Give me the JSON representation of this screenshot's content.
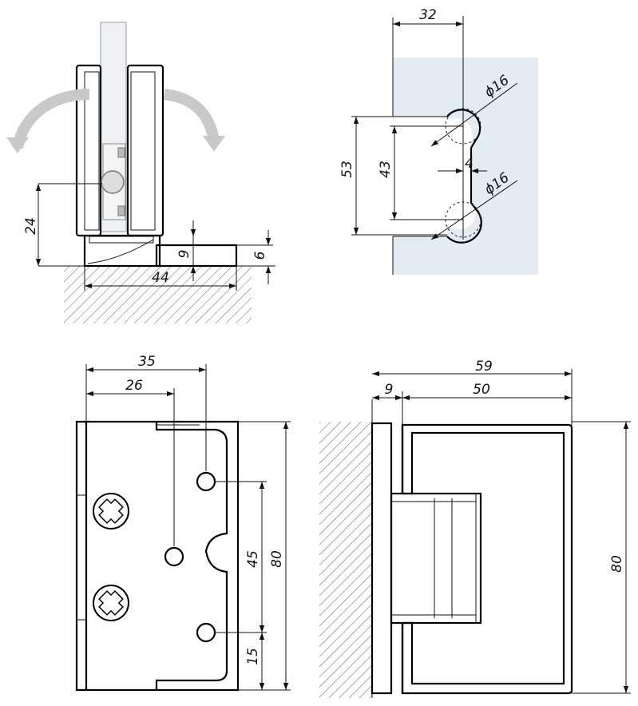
{
  "views": {
    "side_view": {
      "dims": {
        "height": "24",
        "plate_offset": "9",
        "plate_thickness": "6",
        "width": "44"
      }
    },
    "glass_cutout": {
      "dims": {
        "width": "32",
        "hole_outer": "53",
        "hole_inner": "43",
        "gap": "4",
        "dia_top": "ϕ16",
        "dia_bottom": "ϕ16"
      }
    },
    "front_view": {
      "dims": {
        "outer": "35",
        "center": "26",
        "holes_spacing": "45",
        "height": "80",
        "bottom": "15"
      }
    },
    "section_view": {
      "dims": {
        "total": "59",
        "wall": "9",
        "body": "50",
        "height": "80"
      }
    }
  },
  "colors": {
    "line": "#000000",
    "glass": "#e3ebf3",
    "hatch": "#555555",
    "arrow": "#c9c9c9"
  },
  "icons": [
    "rotation-arrow-left-icon",
    "rotation-arrow-right-icon",
    "screw-head-icon"
  ]
}
